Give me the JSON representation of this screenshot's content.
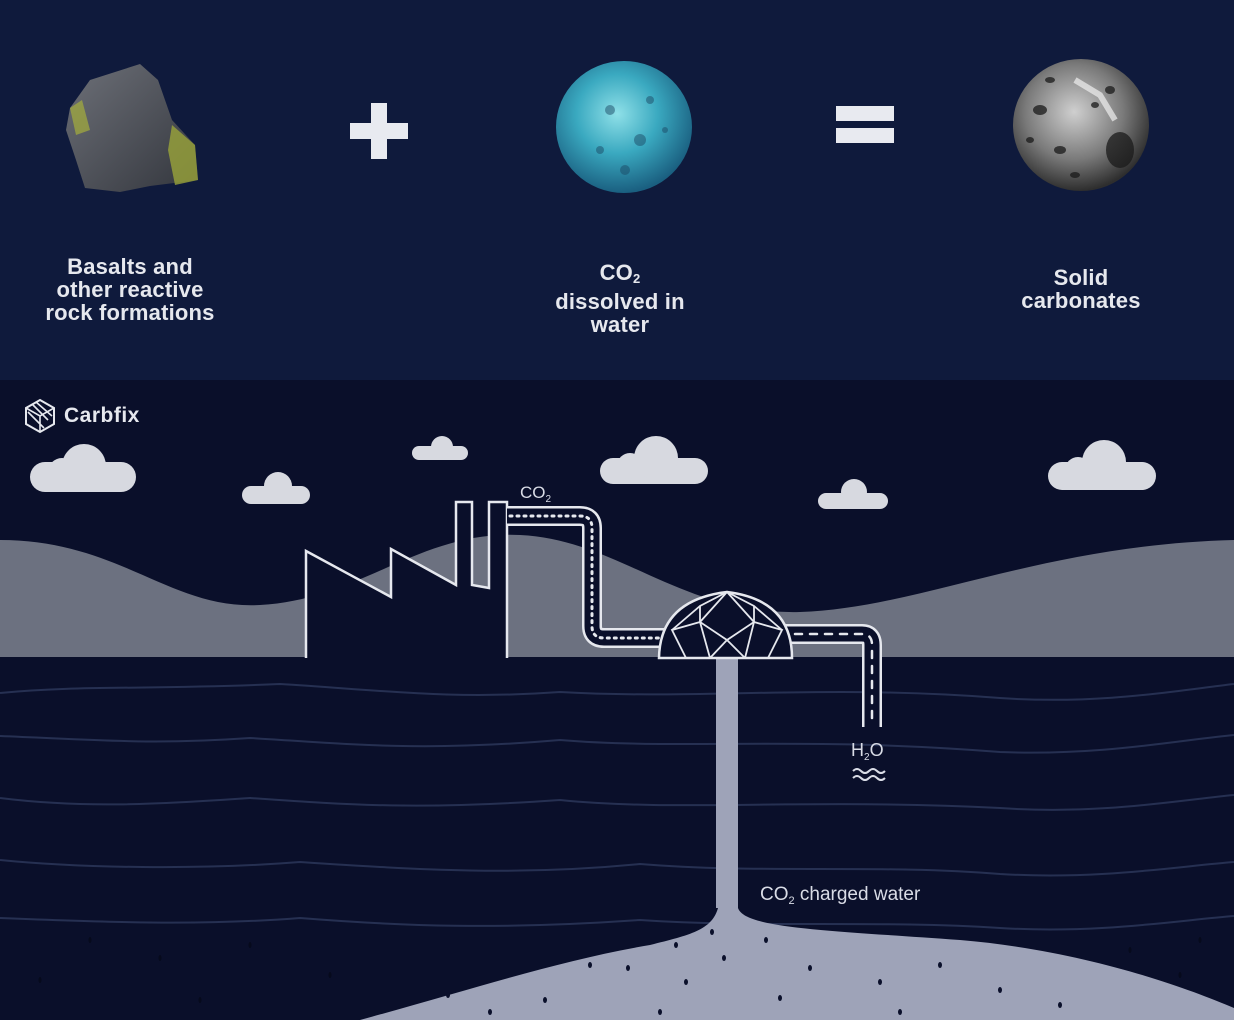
{
  "equation": {
    "items": [
      {
        "id": "basalt",
        "lines": [
          "Basalts and",
          "other reactive",
          "rock formations"
        ]
      },
      {
        "id": "co2-water",
        "formula": "CO",
        "subscript": "2",
        "lines": [
          "dissolved in",
          "water"
        ]
      },
      {
        "id": "carbonates",
        "lines": [
          "Solid",
          "carbonates"
        ]
      }
    ],
    "operators": [
      "plus-icon",
      "equals-icon"
    ]
  },
  "brand": {
    "name": "Carbfix",
    "icon": "carbfix-logo-icon"
  },
  "diagram": {
    "co2_label": "CO",
    "co2_sub": "2",
    "h2o_label_h": "H",
    "h2o_label_sub": "2",
    "h2o_label_o": "O",
    "charged_water_co": "CO",
    "charged_water_sub": "2",
    "charged_water_rest": " charged water"
  },
  "colors": {
    "top_bg": "#0f1a3c",
    "bottom_bg": "#0a0f2a",
    "hills": "#6c7180",
    "cloud": "#d7d9e0",
    "injection": "#9ea3b8",
    "line": "#e6e8ee"
  }
}
